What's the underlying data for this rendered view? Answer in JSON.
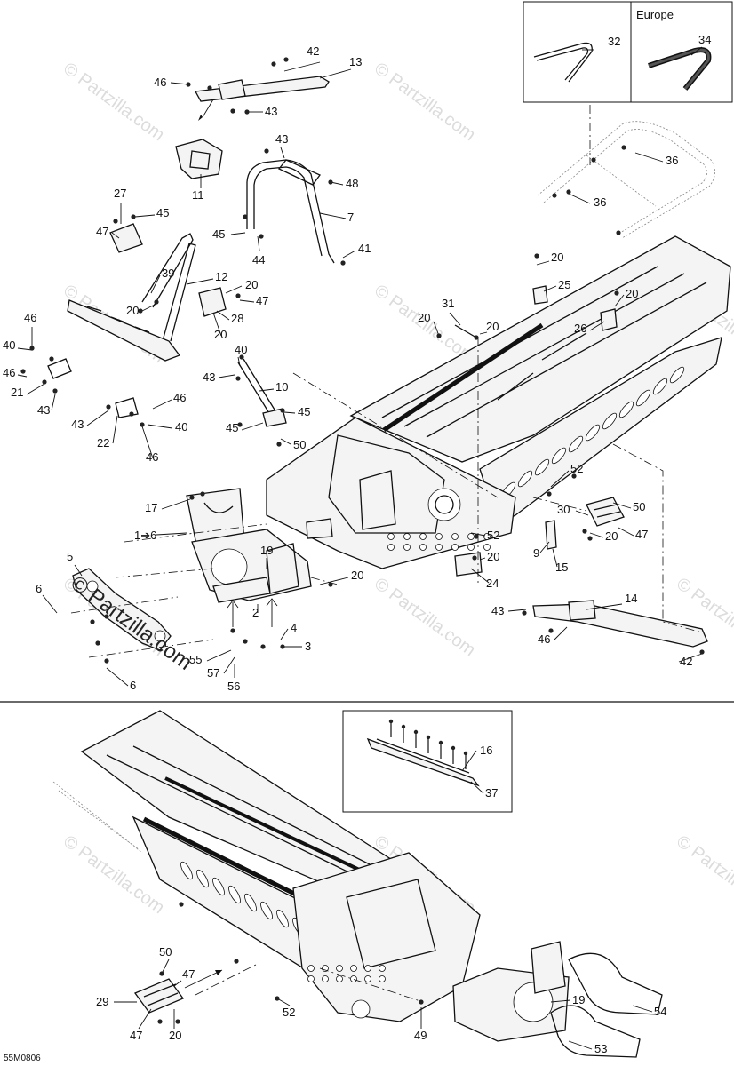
{
  "diagram_code": "55M0806",
  "inset_top_right": {
    "europe_label": "Europe"
  },
  "watermark_text": "© Partzilla.com",
  "large_watermark_text": "© Partzilla.com",
  "part_numbers": {
    "n1to6": "1➔6",
    "n2": "2",
    "n3": "3",
    "n4": "4",
    "n5": "5",
    "n6": "6",
    "n7": "7",
    "n9": "9",
    "n10": "10",
    "n11": "11",
    "n12": "12",
    "n13": "13",
    "n14": "14",
    "n15": "15",
    "n16": "16",
    "n17": "17",
    "n19": "19",
    "n20": "20",
    "n21": "21",
    "n22": "22",
    "n24": "24",
    "n25": "25",
    "n26": "26",
    "n27": "27",
    "n28": "28",
    "n29": "29",
    "n30": "30",
    "n31": "31",
    "n32": "32",
    "n34": "34",
    "n36": "36",
    "n37": "37",
    "n39": "39",
    "n40": "40",
    "n41": "41",
    "n42": "42",
    "n43": "43",
    "n44": "44",
    "n45": "45",
    "n46": "46",
    "n47": "47",
    "n48": "48",
    "n49": "49",
    "n50": "50",
    "n52": "52",
    "n53": "53",
    "n54": "54",
    "n55": "55",
    "n56": "56",
    "n57": "57"
  }
}
